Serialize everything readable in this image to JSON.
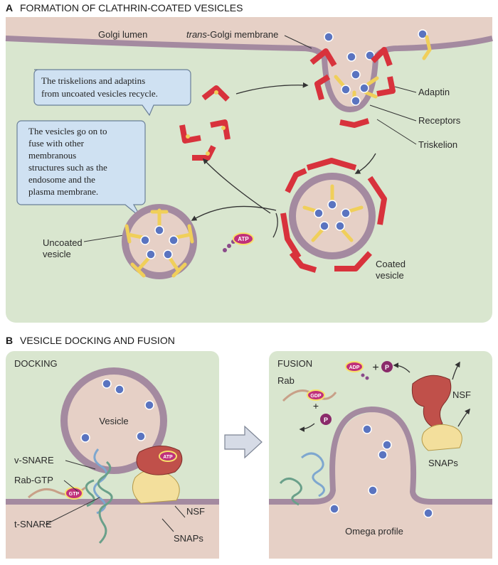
{
  "panel_a": {
    "letter": "A",
    "title": "FORMATION OF CLATHRIN-COATED VESICLES",
    "labels": {
      "golgi_lumen": "Golgi lumen",
      "trans_golgi_italic": "trans",
      "trans_golgi_rest": "-Golgi membrane",
      "adaptin": "Adaptin",
      "receptors": "Receptors",
      "triskelion": "Triskelion",
      "uncoated_1": "Uncoated",
      "uncoated_2": "vesicle",
      "coated_1": "Coated",
      "coated_2": "vesicle",
      "atp": "ATP"
    },
    "callout1": [
      "The triskelions and adaptins",
      "from uncoated vesicles recycle."
    ],
    "callout2": [
      "The vesicles go on to",
      "fuse with other",
      "membranous",
      "structures such as the",
      "endosome and the",
      "plasma membrane."
    ]
  },
  "panel_b": {
    "letter": "B",
    "title": "VESICLE DOCKING AND FUSION",
    "docking": {
      "title": "DOCKING",
      "vesicle": "Vesicle",
      "v_snare": "v-SNARE",
      "rab_gtp": "Rab-GTP",
      "t_snare": "t-SNARE",
      "nsf": "NSF",
      "snaps": "SNAPs",
      "gtp": "GTP",
      "atp": "ATP"
    },
    "fusion": {
      "title": "FUSION",
      "rab": "Rab",
      "gdp": "GDP",
      "adp": "ADP",
      "p": "P",
      "plus": "+",
      "nsf": "NSF",
      "snaps": "SNAPs",
      "omega": "Omega profile"
    }
  },
  "colors": {
    "cytosol": "#d9e6cf",
    "lumen": "#e6d0c6",
    "membrane": "#a48aa0",
    "clathrin": "#d8323c",
    "adaptin": "#f0cf5a",
    "cargo": "#5a74c0",
    "callout": "#cfe1f2",
    "nsf": "#c0504a",
    "snaps": "#f3df9c"
  }
}
